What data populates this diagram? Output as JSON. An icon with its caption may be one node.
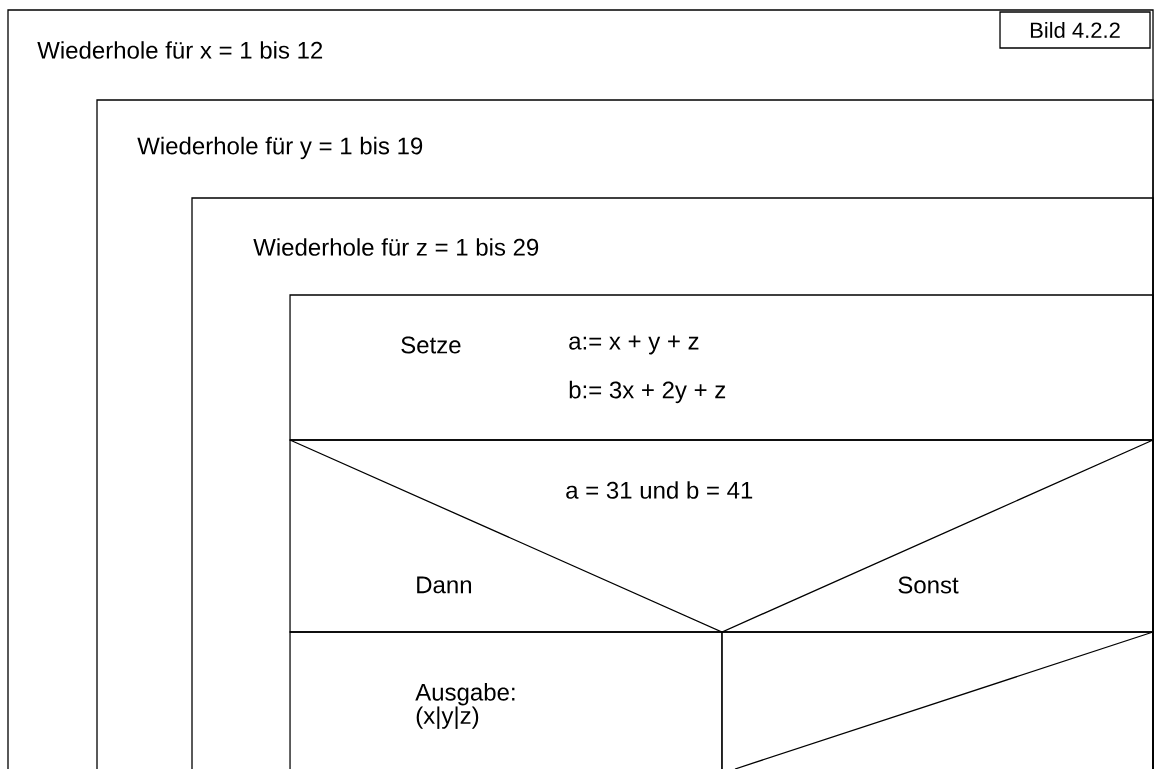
{
  "diagram": {
    "nodes": [
      {
        "text": [
          "Wiederhole für x = 1 bis 12"
        ]
      },
      {
        "text": [
          "Wiederhole für y = 1 bis 19"
        ],
        "in": 0
      },
      {
        "text": [
          "Wiederhole für z = 1 bis 29"
        ],
        "in": 1
      },
      {
        "text": [
          "Setze",
          "a:= x + y + z",
          "b:= 3x + 2y + z"
        ],
        "in": 2
      },
      {
        "text": [
          "a = 31 und b = 41",
          "Dann",
          "Sonst"
        ],
        "in": 2
      },
      {
        "text": [
          "Ausgabe: (x|y|z)"
        ],
        "in": 2
      },
      {
        "text": [],
        "shape": "box",
        "in": 2
      },
      {
        "text": [
          "Bild 4.2.2"
        ],
        "in": 0
      }
    ]
  }
}
